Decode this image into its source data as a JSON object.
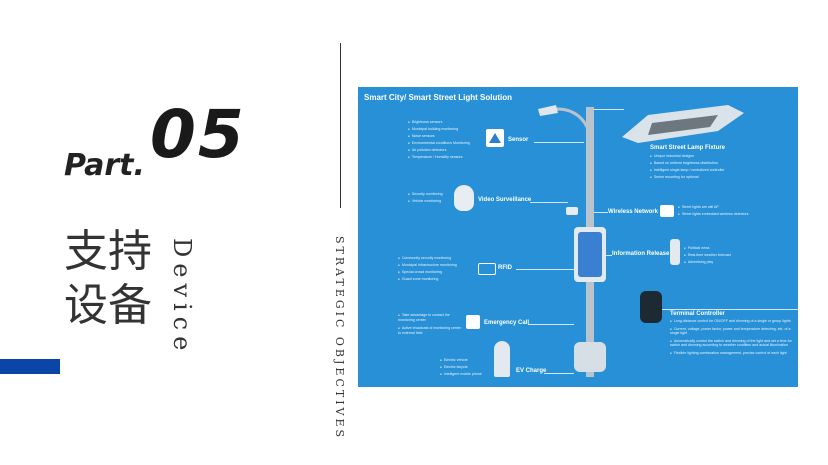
{
  "part_label": "Part.",
  "part_number": "05",
  "chinese_title_line1": "支持",
  "chinese_title_line2": "设备",
  "english_title": "Device",
  "side_title": "STRATEGIC OBJECTIVES",
  "accent_color": "#0b45a8",
  "panel_color": "#2790d6",
  "panel": {
    "title": "Smart City/ Smart Street Light Solution",
    "sensor": {
      "label": "Sensor",
      "icon": "sensor-icon",
      "items": [
        "Brightness sensors",
        "Municipal building monitoring",
        "Noise sensors",
        "Environmental conditions Monitoring",
        "Air pollution detectors",
        "Temperature / Humidity sensors"
      ]
    },
    "video": {
      "label": "Video Surveillance",
      "icon": "camera-icon",
      "items": [
        "Security monitoring",
        "Vehicle monitoring"
      ]
    },
    "rfid": {
      "label": "RFID",
      "icon": "rfid-icon",
      "items": [
        "Community security monitoring",
        "Municipal infrastructure monitoring",
        "Special crowd monitoring",
        "Guard zone monitoring"
      ]
    },
    "emergency": {
      "label": "Emergency Call",
      "icon": "sos-icon",
      "items": [
        "Take advantage to contact the monitoring center",
        "Active broadcast of monitoring center to external field"
      ]
    },
    "ev": {
      "label": "EV Charge",
      "icon": "ev-charger-icon",
      "items": [
        "Electric vehicle",
        "Electric bicycle",
        "Intelligent mobile phone"
      ]
    },
    "lamp": {
      "label": "Smart Street Lamp Fixture",
      "icon": "lamp-fixture-icon",
      "items": [
        "Unique industrial designs",
        "Based on uniform brightness distribution",
        "Intelligent single lamp / centralized controller",
        "Series mounting for optional"
      ]
    },
    "wireless": {
      "label": "Wireless Network",
      "icon": "wifi-icon",
      "items": [
        "Street lights are wifi AP",
        "Street lights embedded wireless detectors"
      ]
    },
    "info": {
      "label": "Information Release",
      "icon": "info-screen-icon",
      "items": [
        "Political news",
        "Real-time weather forecast",
        "Advertising play"
      ]
    },
    "terminal": {
      "label": "Terminal Controller",
      "icon": "terminal-controller-icon",
      "items": [
        "Long-distance control for ON/OFF and dimming of a single or group lights",
        "Current, voltage, power factor, power and temperature detecting, etc. of a single light",
        "Automatically control the switch and dimming of the light and set a time for switch and dimming according to weather condition and actual illumination",
        "Flexible lighting combination management, precise control of each light"
      ]
    }
  }
}
